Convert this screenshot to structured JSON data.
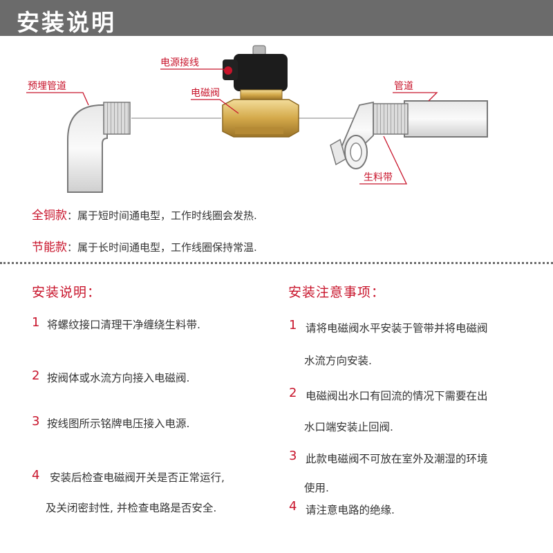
{
  "header": {
    "title": "安装说明"
  },
  "diagram": {
    "labels": {
      "power_wiring": "电源接线",
      "embedded_pipe": "预埋管道",
      "solenoid_valve": "电磁阀",
      "pipe": "管道",
      "ptfe_tape": "生料带"
    }
  },
  "types": [
    {
      "name": "全铜款",
      "desc": "：属于短时间通电型，工作时线圈会发热."
    },
    {
      "name": "节能款",
      "desc": "：属于长时间通电型，工作线圈保持常温."
    }
  ],
  "install": {
    "title": "安装说明：",
    "steps": [
      {
        "num": "1",
        "lines": [
          "将螺纹接口清理干净缠绕生料带."
        ]
      },
      {
        "num": "2",
        "lines": [
          "按阀体或水流方向接入电磁阀."
        ]
      },
      {
        "num": "3",
        "lines": [
          "按线图所示铭牌电压接入电源."
        ]
      },
      {
        "num": "4",
        "lines": [
          "安装后检查电磁阀开关是否正常运行,",
          "及关闭密封性, 并检查电路是否安全."
        ]
      }
    ]
  },
  "notes": {
    "title": "安装注意事项：",
    "items": [
      {
        "num": "1",
        "lines": [
          "请将电磁阀水平安装于管带并将电磁阀",
          "水流方向安装."
        ]
      },
      {
        "num": "2",
        "lines": [
          "电磁阀出水口有回流的情况下需要在出",
          "水口端安装止回阀."
        ]
      },
      {
        "num": "3",
        "lines": [
          "此款电磁阀不可放在室外及潮湿的环境",
          "使用."
        ]
      },
      {
        "num": "4",
        "lines": [
          "请注意电路的绝缘."
        ]
      }
    ]
  },
  "colors": {
    "accent": "#c8142b",
    "header_bg": "#6b6b6b",
    "brass": "#d4a94a"
  }
}
